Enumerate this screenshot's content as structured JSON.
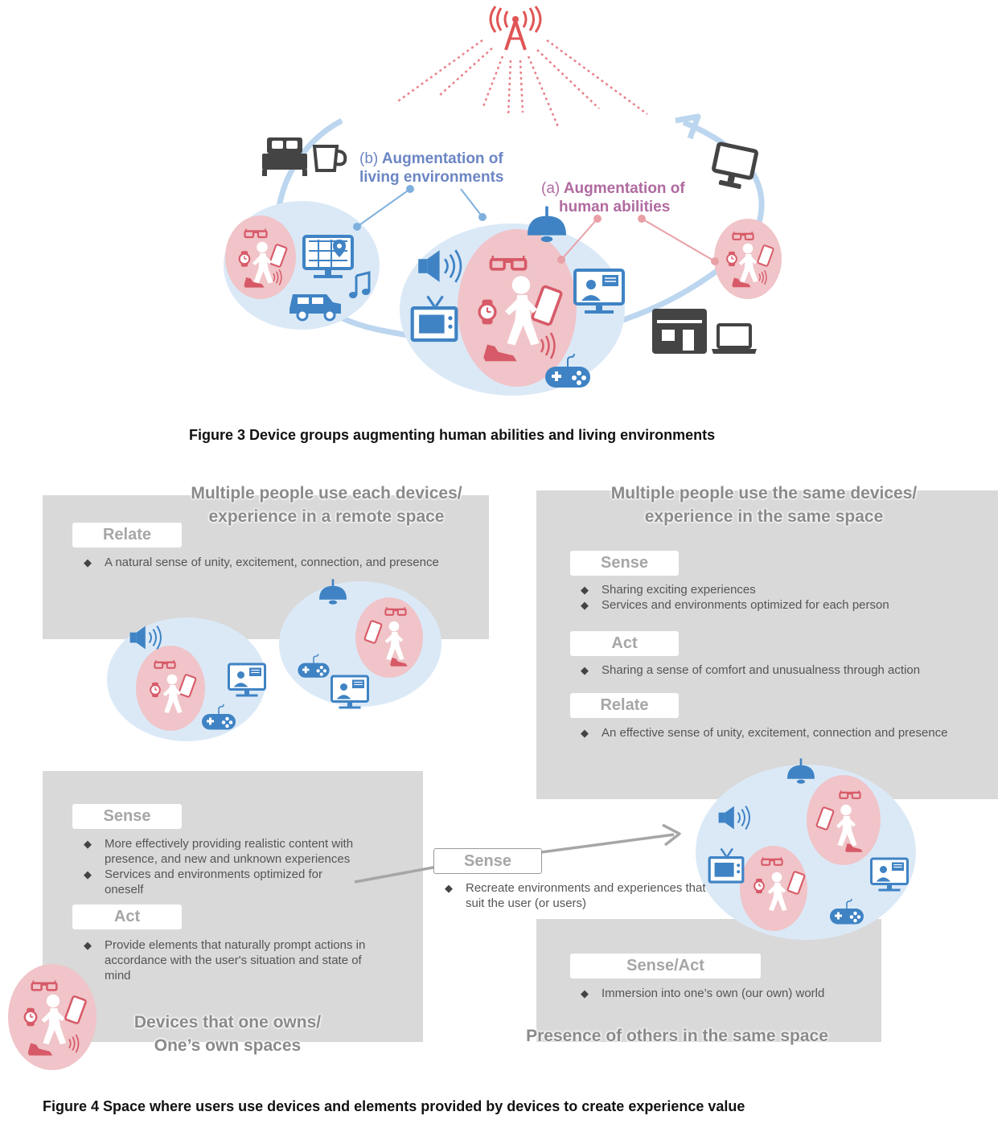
{
  "figure3": {
    "caption": "Figure 3  Device groups augmenting human abilities  and living  environments",
    "label_b_letter": "(b)",
    "label_b_line1": "Augmentation of",
    "label_b_line2": "living environments",
    "label_a_letter": "(a)",
    "label_a_line1": "Augmentation of",
    "label_a_line2": "human abilities",
    "colors": {
      "blue": "#5b9bd5",
      "pink": "#e8828a",
      "light_blue": "#dbe9f7",
      "light_pink": "#f0c4c8",
      "tower": "#e05555"
    }
  },
  "figure4": {
    "caption": "Figure 4  Space where users use devices and elements provided by devices to create experience value",
    "remote_panel": {
      "title_line1": "Multiple people use each devices/",
      "title_line2": "experience in a remote space",
      "relate_label": "Relate",
      "relate_items": [
        "A natural  sense of unity,  excitement,  connection,  and presence"
      ]
    },
    "same_panel": {
      "title_line1": "Multiple people use the same devices/",
      "title_line2": "experience in the same space",
      "sense_label": "Sense",
      "sense_items": [
        "Sharing exciting experiences",
        "Services and environments  optimized for each person"
      ],
      "act_label": "Act",
      "act_items": [
        "Sharing a sense of comfort and unusualness  through  action"
      ],
      "relate_label": "Relate",
      "relate_items": [
        "An effective sense of unity,  excitement,  connection and presence"
      ]
    },
    "own_panel": {
      "sense_label": "Sense",
      "sense_items": [
        "More effectively providing realistic content with presence, and new and unknown  experiences",
        "Services and environments  optimized for oneself"
      ],
      "act_label": "Act",
      "act_items": [
        "Provide elements that naturally prompt actions in accordance with the user's situation and state of mind"
      ],
      "title_line1": "Devices that one owns/",
      "title_line2": "One’s own spaces"
    },
    "middle_sense": {
      "label": "Sense",
      "items": [
        "Recreate environments  and experiences that suit the user (or users)"
      ]
    },
    "presence_panel": {
      "label": "Sense/Act",
      "items": [
        "Immersion into one’s own (our own) world"
      ],
      "title": "Presence of others in the same space"
    }
  }
}
